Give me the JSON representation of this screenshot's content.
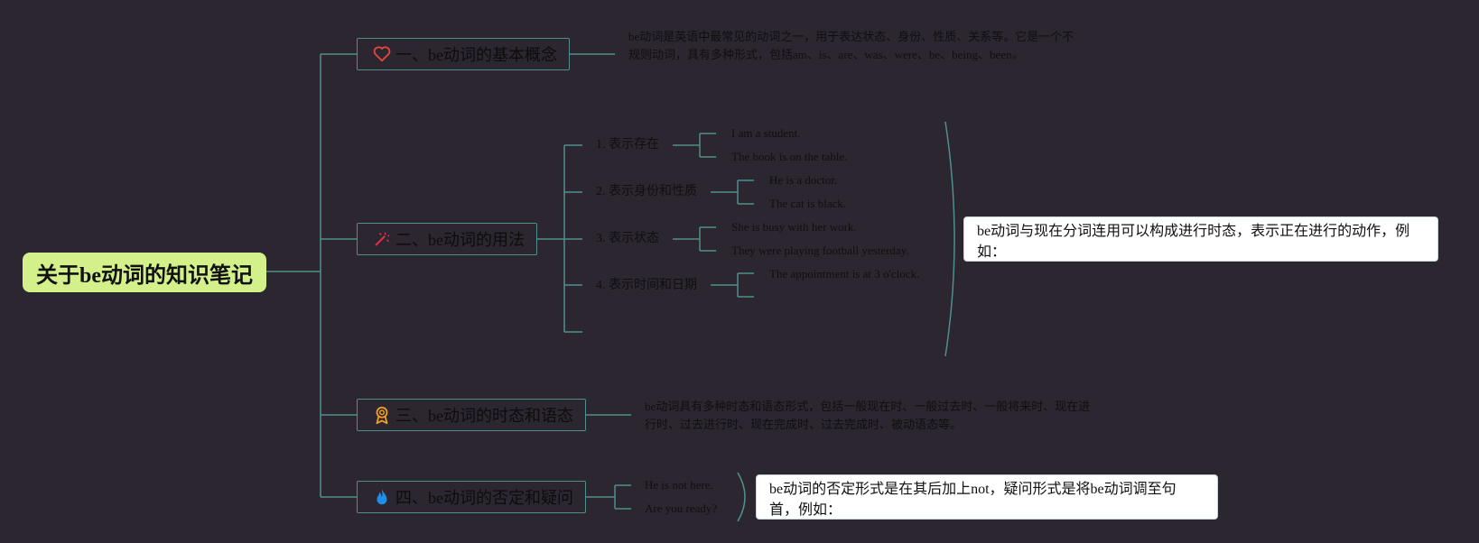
{
  "root": {
    "title": "关于be动词的知识笔记"
  },
  "topics": [
    {
      "label": "一、be动词的基本概念",
      "icon": "heart-icon",
      "description": "be动词是英语中最常见的动词之一，用于表达状态、身份、性质、关系等。它是一个不规则动词，具有多种形式，包括am、is、are、was、were、be、being、been。"
    },
    {
      "label": "二、be动词的用法",
      "icon": "magic-wand-icon",
      "subtopics": [
        {
          "label": "1. 表示存在",
          "examples": [
            "I am a student.",
            "The book is on the table."
          ]
        },
        {
          "label": "2. 表示身份和性质",
          "examples": [
            "He is a doctor.",
            "The cat is black."
          ]
        },
        {
          "label": "3. 表示状态",
          "examples": [
            "She is busy with her work.",
            "They were playing football yesterday."
          ]
        },
        {
          "label": "4. 表示时间和日期",
          "examples": [
            "The appointment is at 3 o'clock.",
            ""
          ]
        }
      ],
      "summary": "be动词与现在分词连用可以构成进行时态，表示正在进行的动作，例如："
    },
    {
      "label": "三、be动词的时态和语态",
      "icon": "award-icon",
      "description": "be动词具有多种时态和语态形式，包括一般现在时、一般过去时、一般将来时、现在进行时、过去进行时、现在完成时、过去完成时、被动语态等。"
    },
    {
      "label": "四、be动词的否定和疑问",
      "icon": "flame-icon",
      "examples": [
        "He is not here.",
        "Are you ready?"
      ],
      "summary": "be动词的否定形式是在其后加上not，疑问形式是将be动词调至句首，例如："
    }
  ],
  "colors": {
    "background": "#2b2630",
    "connector": "#4f8f8e",
    "root_fill": "#d3f08a",
    "heart_icon": "#e0483e",
    "wand_icon": "#e0304e",
    "award_icon": "#f0a020",
    "flame_icon": "#1e8fe8"
  }
}
